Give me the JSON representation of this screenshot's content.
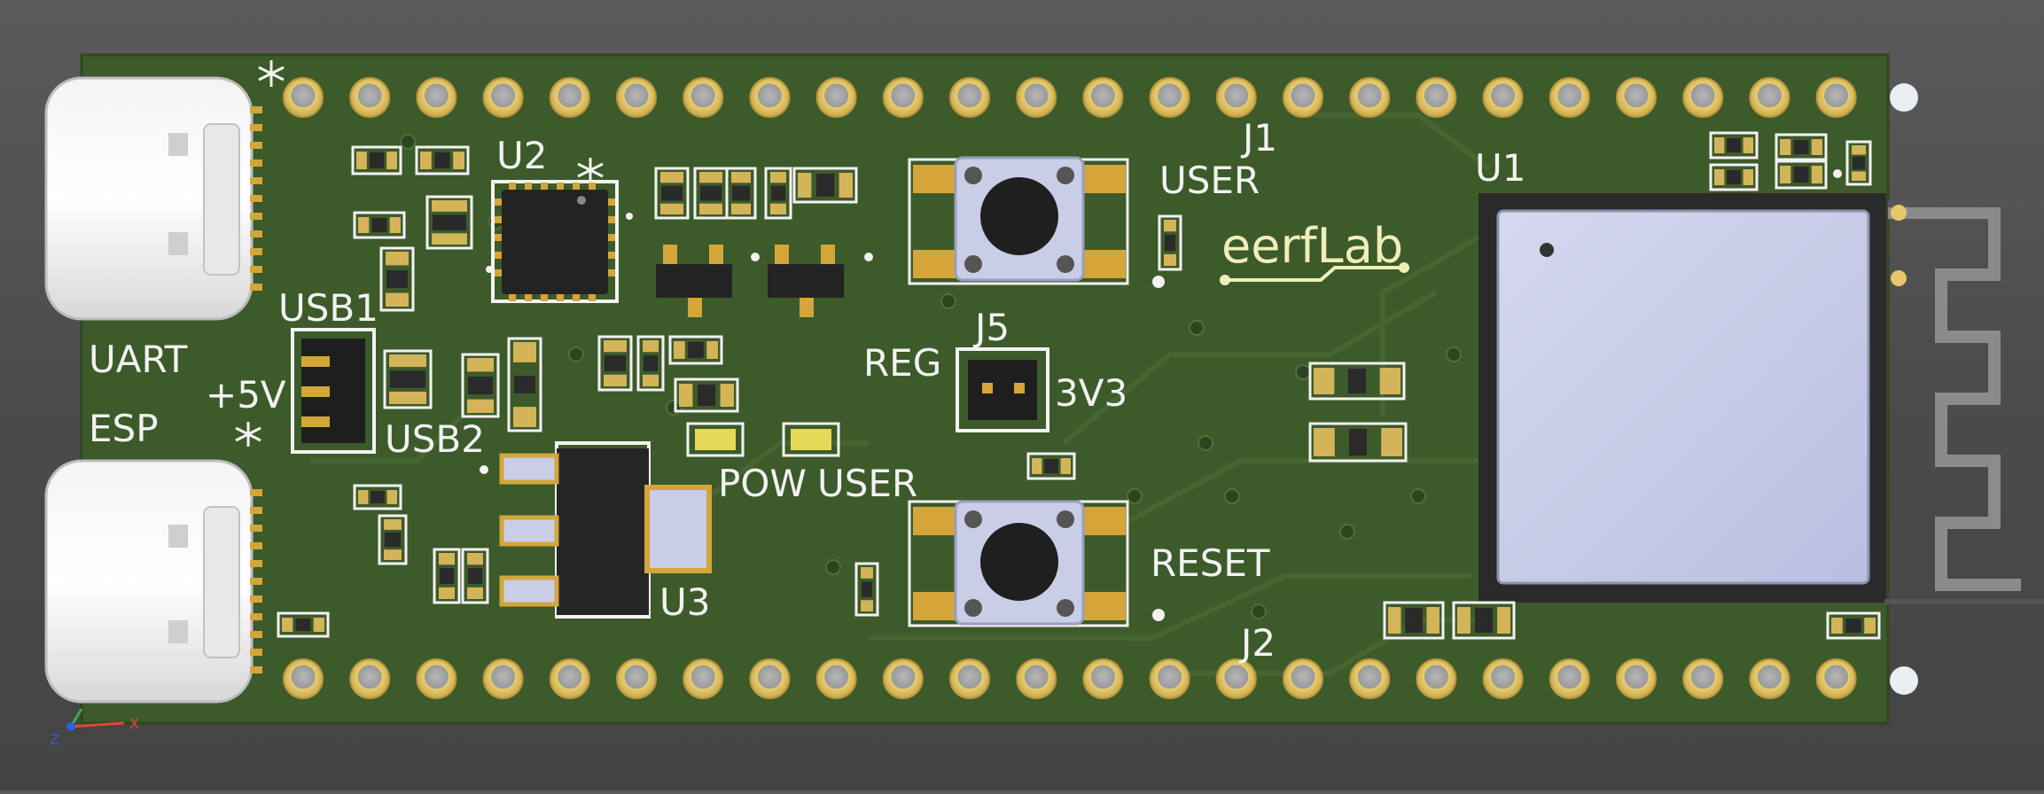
{
  "viewer": {
    "title": "PCB 3D View",
    "axes": {
      "x_label": "X",
      "z_label": "Z"
    }
  },
  "board": {
    "logo": "eerfLab",
    "silkscreen": {
      "j1": "J1",
      "j2": "J2",
      "j5": "J5",
      "u1": "U1",
      "u2": "U2",
      "u3": "U3",
      "usb1": "USB1",
      "usb2": "USB2",
      "uart": "UART",
      "esp": "ESP",
      "plus5v": "+5V",
      "reg": "REG",
      "v3v3": "3V3",
      "user_btn": "USER",
      "reset_btn": "RESET",
      "pow_led": "POW",
      "user_led": "USER"
    },
    "header_pins_per_row": 24,
    "colors": {
      "board": "#3d5a2a",
      "copper": "#d4b459",
      "silkscreen": "#f2f2f2",
      "module": "#c9cde6"
    }
  }
}
